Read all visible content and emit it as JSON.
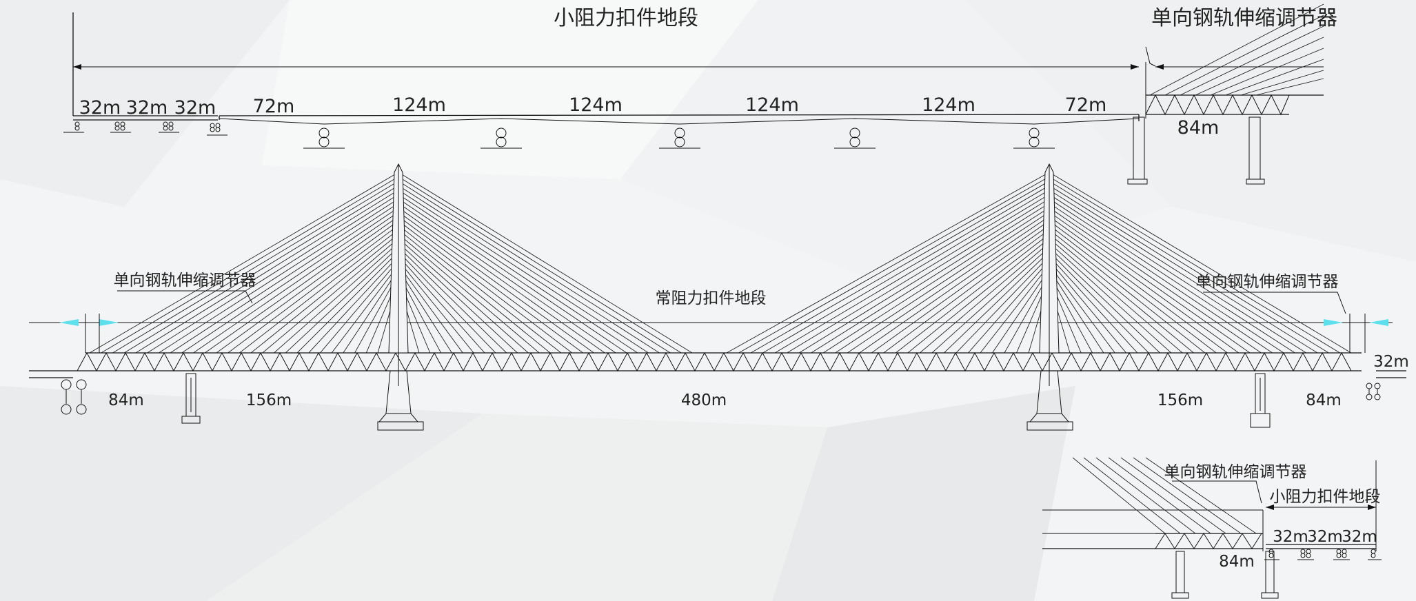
{
  "top": {
    "section_label": "小阻力扣件地段",
    "joint_label": "单向钢轨伸缩调节器",
    "spans": [
      "32m",
      "32m",
      "32m",
      "72m",
      "124m",
      "124m",
      "124m",
      "124m",
      "72m",
      "84m"
    ]
  },
  "main": {
    "section_label": "常阻力扣件地段",
    "joint_left_label": "单向钢轨伸缩调节器",
    "joint_right_label": "单向钢轨伸缩调节器",
    "spans": [
      "84m",
      "156m",
      "480m",
      "156m",
      "84m",
      "32m"
    ]
  },
  "bottom": {
    "joint_label": "单向钢轨伸缩调节器",
    "section_label": "小阻力扣件地段",
    "spans": [
      "32m",
      "32m",
      "32m",
      "84m"
    ]
  },
  "colors": {
    "arrow": "#5ee0ec",
    "line": "#111111",
    "background": "#f3f4f5"
  }
}
